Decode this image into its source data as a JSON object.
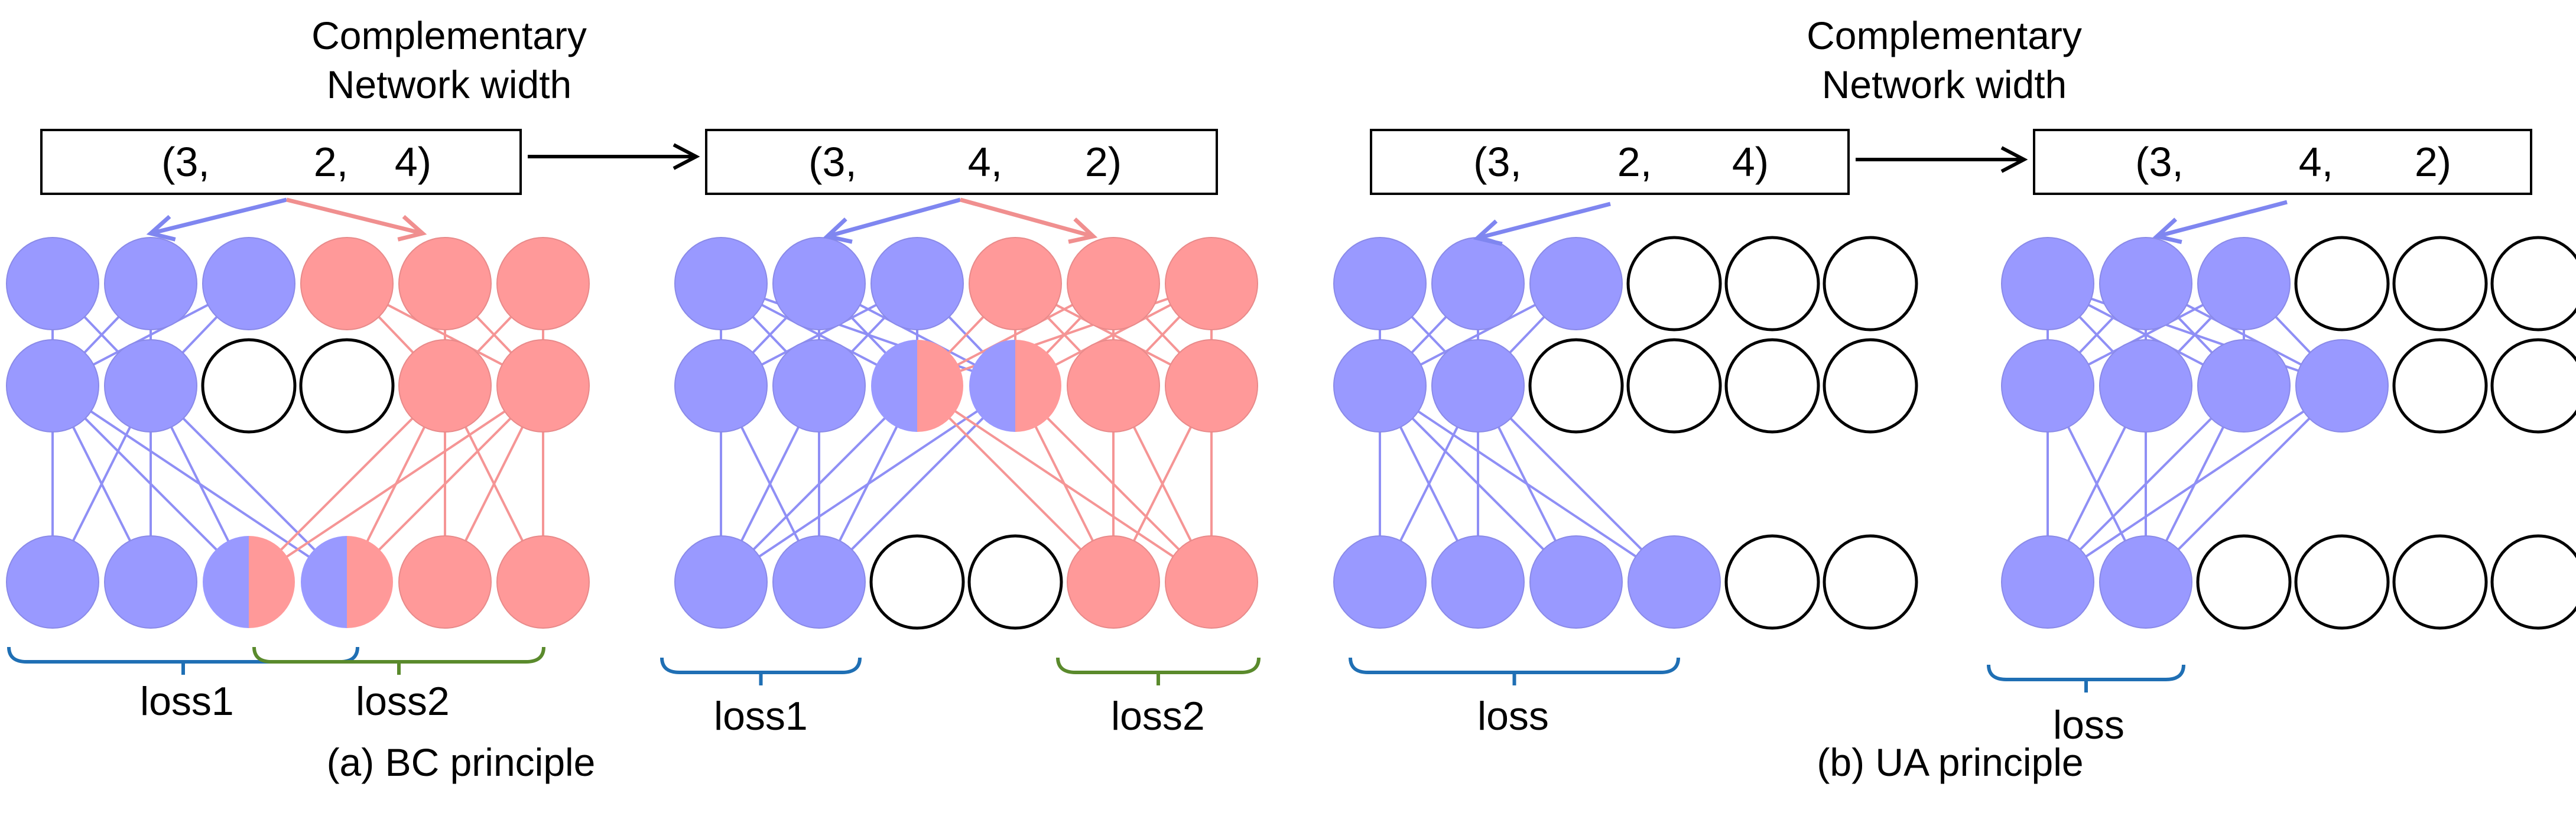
{
  "colors": {
    "blue_node": "#9999ff",
    "red_node": "#ff9999",
    "blue_edge": "#8f8ff5",
    "red_edge": "#f59595",
    "node_outline": "#000000",
    "loss1_bracket": "#1f6fb4",
    "loss2_bracket": "#5a8a2c",
    "arrow_blue": "#7f86f0",
    "arrow_red": "#f08f8f"
  },
  "panels": [
    {
      "id": "bc",
      "title": "Complementary\nNetwork width",
      "tuple_left": {
        "open": "(3,",
        "mid": "2,",
        "close": "4)"
      },
      "tuple_right": {
        "open": "(3,",
        "mid": "4,",
        "close": "2)"
      },
      "networks": [
        {
          "rows": [
            [
              "blue",
              "blue",
              "blue",
              "red",
              "red",
              "red"
            ],
            [
              "blue",
              "blue",
              "empty",
              "empty",
              "red",
              "red"
            ],
            [
              "blue",
              "blue",
              "half",
              "half",
              "red",
              "red"
            ]
          ],
          "loss_labels": [
            "loss1",
            "loss2"
          ]
        },
        {
          "rows": [
            [
              "blue",
              "blue",
              "blue",
              "red",
              "red",
              "red"
            ],
            [
              "blue",
              "blue",
              "half",
              "half",
              "red",
              "red"
            ],
            [
              "blue",
              "blue",
              "empty",
              "empty",
              "red",
              "red"
            ]
          ],
          "loss_labels": [
            "loss1",
            "loss2"
          ]
        }
      ],
      "caption": "(a) BC principle"
    },
    {
      "id": "ua",
      "title": "Complementary\nNetwork width",
      "tuple_left": {
        "open": "(3,",
        "mid": "2,",
        "close": "4)"
      },
      "tuple_right": {
        "open": "(3,",
        "mid": "4,",
        "close": "2)"
      },
      "networks": [
        {
          "rows": [
            [
              "blue",
              "blue",
              "blue",
              "empty",
              "empty",
              "empty"
            ],
            [
              "blue",
              "blue",
              "empty",
              "empty",
              "empty",
              "empty"
            ],
            [
              "blue",
              "blue",
              "blue",
              "blue",
              "empty",
              "empty"
            ]
          ],
          "loss_labels": [
            "loss"
          ]
        },
        {
          "rows": [
            [
              "blue",
              "blue",
              "blue",
              "empty",
              "empty",
              "empty"
            ],
            [
              "blue",
              "blue",
              "blue",
              "blue",
              "empty",
              "empty"
            ],
            [
              "blue",
              "blue",
              "empty",
              "empty",
              "empty",
              "empty"
            ]
          ],
          "loss_labels": [
            "loss"
          ]
        }
      ],
      "caption": "(b) UA principle"
    }
  ]
}
